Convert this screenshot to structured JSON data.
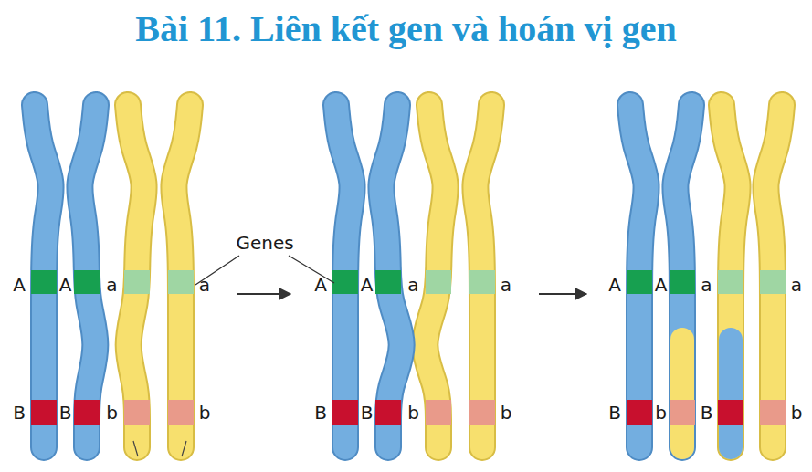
{
  "diagram": {
    "title": "Bài 11. Liên kết gen và hoán vị gen",
    "labels": [
      "Genes",
      "A",
      "A",
      "a",
      "a",
      "B",
      "B",
      "b",
      "b",
      "A",
      "A",
      "a",
      "a",
      "B",
      "B",
      "b",
      "b",
      "A",
      "A",
      "a",
      "a",
      "B",
      "b",
      "B",
      "b"
    ]
  }
}
